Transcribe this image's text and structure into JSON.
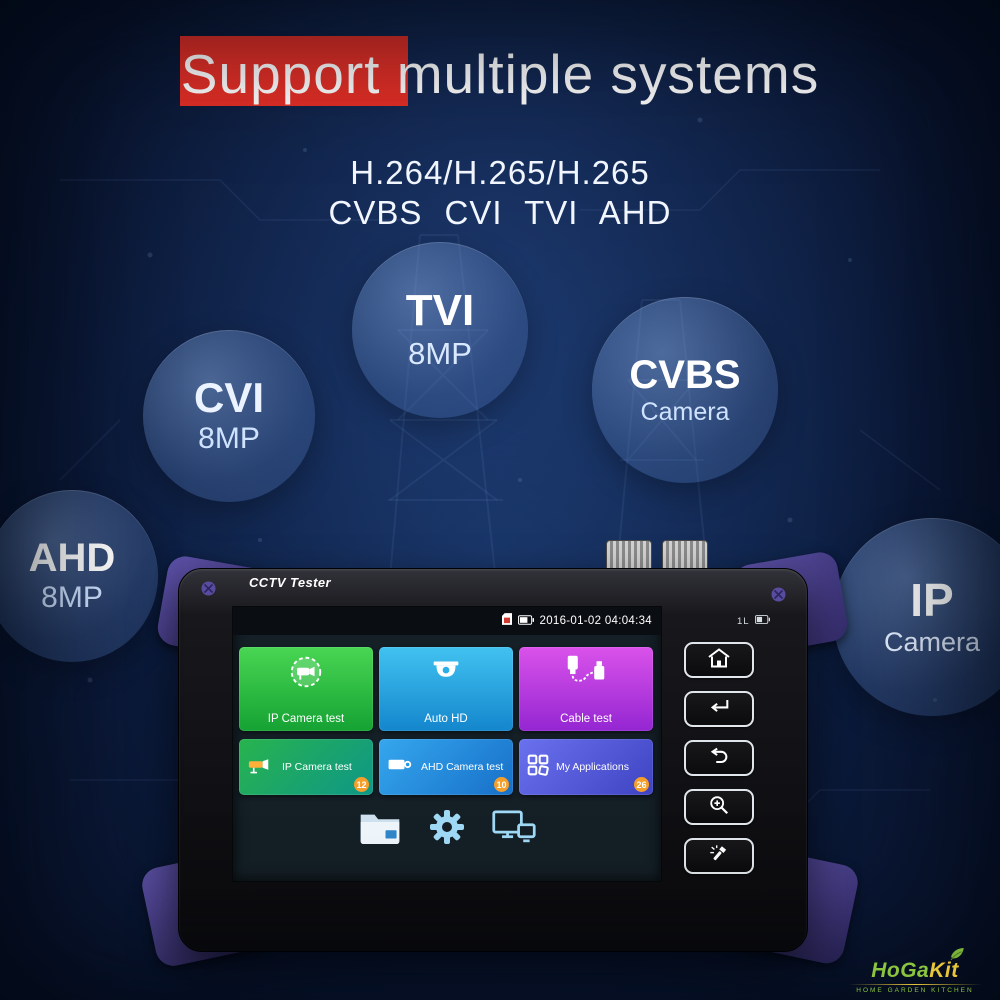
{
  "banner": {
    "title": "Support multiple systems",
    "subtitle_line1": "H.264/H.265/H.265",
    "subtitle_line2": "CVBS CVI TVI AHD",
    "accent_red": "#e22f26",
    "background_navy": "#0b1a3a"
  },
  "badges": {
    "tvi": {
      "line1": "TVI",
      "line2": "8MP"
    },
    "cvi": {
      "line1": "CVI",
      "line2": "8MP"
    },
    "cvbs": {
      "line1": "CVBS",
      "line2": "Camera"
    },
    "ahd": {
      "line1": "AHD",
      "line2": "8MP"
    },
    "ip": {
      "line1": "IP",
      "line2": "Camera"
    }
  },
  "device": {
    "brand": "CCTV Tester",
    "status_datetime": "2016-01-02 04:04:34",
    "indicators": "1L",
    "tiles_row1": [
      {
        "label": "IP Camera test",
        "icon": "ip-camera-dashed-circle-icon",
        "color": "#2fbe45"
      },
      {
        "label": "Auto HD",
        "icon": "dome-camera-icon",
        "color": "#2aaee8"
      },
      {
        "label": "Cable test",
        "icon": "cable-connectors-icon",
        "color": "#c43fe0"
      }
    ],
    "tiles_row2": [
      {
        "label": "IP Camera test",
        "badge": "12",
        "icon": "bullet-camera-icon",
        "color": "#1fa864"
      },
      {
        "label": "AHD Camera test",
        "badge": "10",
        "icon": "ahd-camera-icon",
        "color": "#2496e0"
      },
      {
        "label": "My Applications",
        "badge": "26",
        "icon": "apps-grid-icon",
        "color": "#5a63e2"
      }
    ],
    "dock": [
      {
        "icon": "file-explorer-folder-icon"
      },
      {
        "icon": "settings-gear-icon"
      },
      {
        "icon": "pc-connection-icon"
      }
    ],
    "side_buttons": [
      {
        "icon": "home-icon"
      },
      {
        "icon": "enter-icon"
      },
      {
        "icon": "back-icon"
      },
      {
        "icon": "zoom-icon"
      },
      {
        "icon": "flashlight-icon"
      }
    ]
  },
  "watermark": {
    "part1": "HoGa",
    "part2": "Kit",
    "tagline": "Home Garden Kitchen"
  }
}
